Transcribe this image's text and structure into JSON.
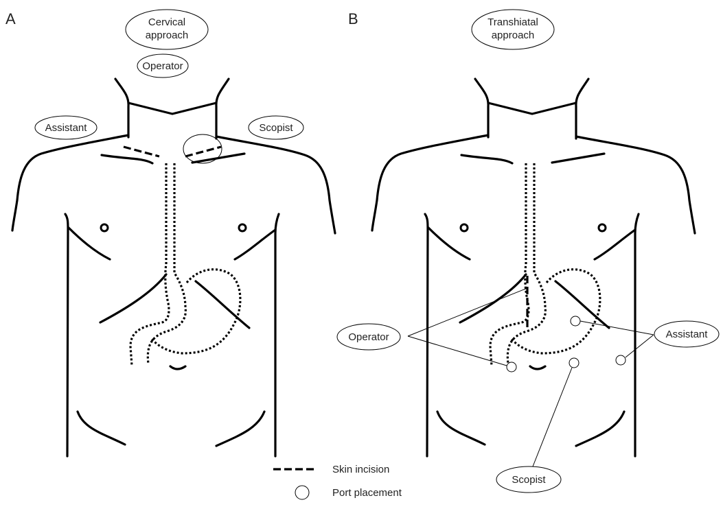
{
  "panels": [
    {
      "letter": "A",
      "approach": [
        "Cervical",
        "approach"
      ],
      "roles": {
        "operator": "Operator",
        "assistant": "Assistant",
        "scopist": "Scopist"
      }
    },
    {
      "letter": "B",
      "approach": [
        "Transhiatal",
        "approach"
      ],
      "roles": {
        "operator": "Operator",
        "assistant": "Assistant",
        "scopist": "Scopist"
      }
    }
  ],
  "legend": {
    "skin_incision": "Skin incision",
    "port_placement": "Port placement"
  }
}
